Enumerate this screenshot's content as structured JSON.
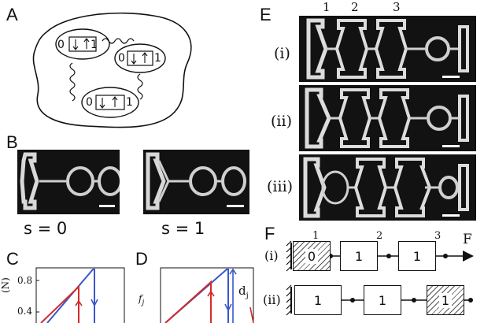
{
  "panels": {
    "A": {
      "letter": "A",
      "units": [
        "0",
        "1",
        "0",
        "1",
        "0",
        "1"
      ]
    },
    "B": {
      "letter": "B",
      "left_state": "s = 0",
      "right_state": "s = 1"
    },
    "C": {
      "letter": "C",
      "ytick_top": "0.8",
      "ytick_bottom": "0.4",
      "ylabel": "(N)"
    },
    "D": {
      "letter": "D",
      "ylabel": "f",
      "ylabel_sub": "j",
      "annotation": "d",
      "annotation_sub": "j"
    },
    "E": {
      "letter": "E",
      "columns": [
        "1",
        "2",
        "3"
      ],
      "rows": [
        "(i)",
        "(ii)",
        "(iii)"
      ]
    },
    "F": {
      "letter": "F",
      "columns": [
        "1",
        "2",
        "3"
      ],
      "force_label": "F",
      "rows": [
        {
          "label": "(i)",
          "bits": [
            "0",
            "1",
            "1"
          ]
        },
        {
          "label": "(ii)",
          "bits": [
            "1",
            "1",
            "1"
          ]
        }
      ]
    }
  },
  "colors": {
    "curve_blue": "#3a57c9",
    "curve_red": "#d42a2a",
    "micrograph_bg": "#121212"
  }
}
